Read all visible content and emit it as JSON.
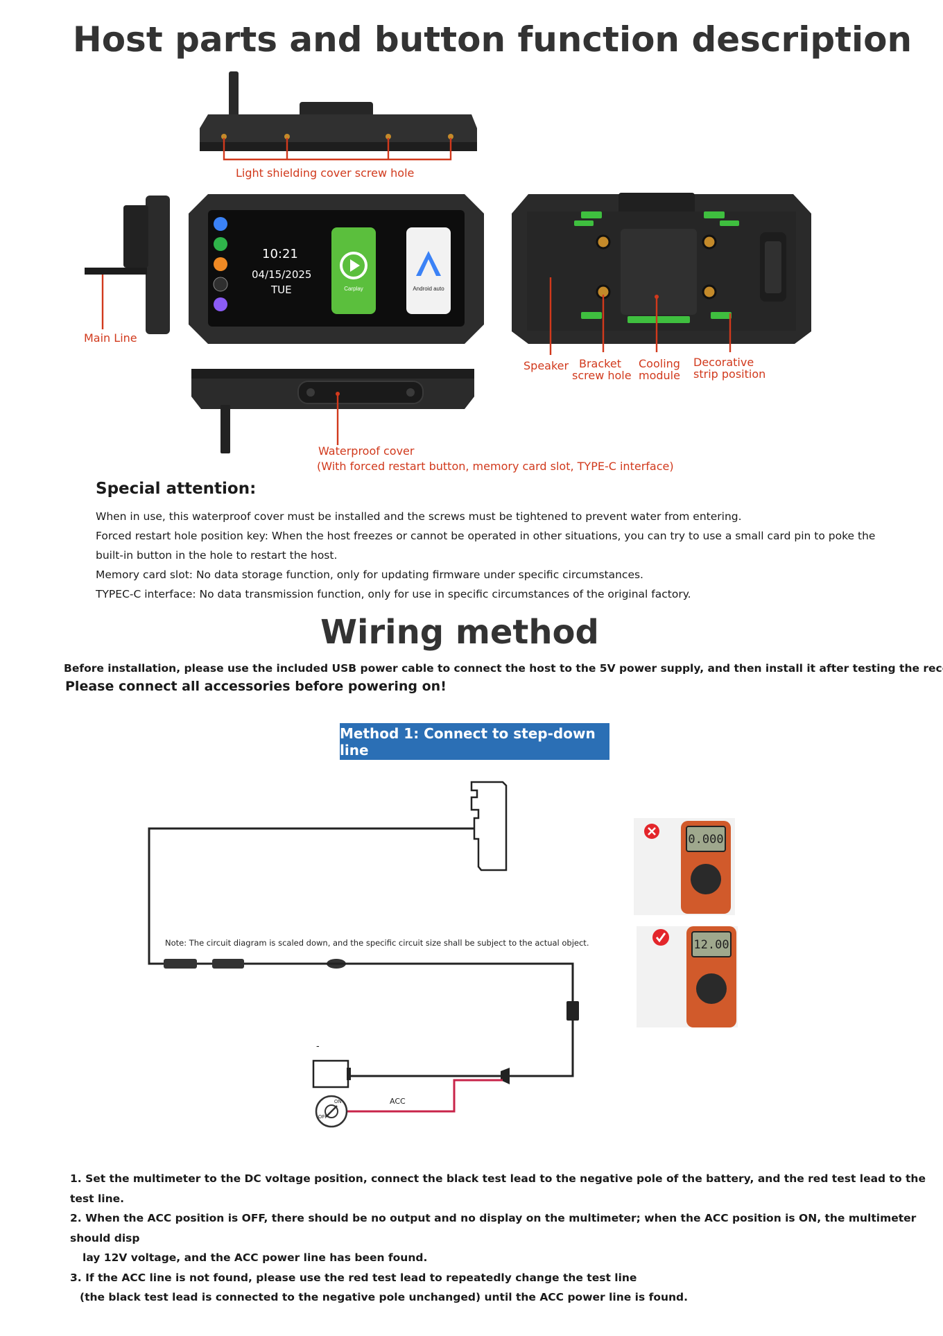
{
  "host_section": {
    "title": "Host parts and button function description",
    "callouts": {
      "light_shielding": "Light shielding cover screw hole",
      "main_line": "Main Line",
      "speaker": "Speaker",
      "bracket_1": "Bracket",
      "bracket_2": "screw hole",
      "cooling_1": "Cooling",
      "cooling_2": "module",
      "decorative_1": "Decorative",
      "decorative_2": "strip position",
      "waterproof_1": "Waterproof cover",
      "waterproof_2": "(With forced restart button, memory card slot, TYPE-C interface)"
    },
    "screen": {
      "time": "10:21",
      "date": "04/15/2025",
      "day": "TUE",
      "carplay_label": "Carplay",
      "android_label": "Android auto"
    }
  },
  "attention": {
    "heading": "Special attention:",
    "lines": [
      "When in use, this waterproof cover must be installed and the screws must be tightened to prevent water from entering.",
      "Forced restart hole position key: When the host freezes or cannot be operated in other situations, you can try to use a small card pin to poke the",
      "built-in button in the hole to restart the host.",
      "Memory card slot: No data storage function, only for updating firmware under specific circumstances.",
      "TYPEC-C interface: No data transmission function, only for use in specific circumstances of the original factory."
    ]
  },
  "wiring": {
    "title": "Wiring method",
    "intro_1": "Before installation, please use the included USB power cable to connect the host to the 5V power supply, and then install it after testing the recorder.",
    "intro_2": "Please connect all accessories before powering on!",
    "method_label": "Method 1: Connect to step-down line",
    "diagram_note": "Note: The circuit diagram is scaled down, and the specific circuit size shall be subject to the actual object.",
    "acc_label": "ACC",
    "minus_label": "-",
    "switch_on": "ON",
    "switch_off": "OFF",
    "meter_wrong_reading": "0.000",
    "meter_right_reading": "12.00",
    "steps": [
      "1. Set the multimeter to the DC voltage position, connect the black test lead to the negative pole of the battery, and the red test lead to the test line.",
      "2. When the ACC position is OFF, there should be no output and no display on the multimeter; when the ACC position is ON, the multimeter should disp",
      "lay 12V voltage, and the ACC power line has been found.",
      "3. If the ACC line is not found, please use the red test lead to repeatedly change the test line",
      "(the black test lead is connected to the negative pole unchanged) until the ACC power line is found."
    ]
  },
  "colors": {
    "callout_red": "#d1391c",
    "method_blue": "#2b6fb5",
    "accent_green": "#3fbf3f",
    "acc_wire": "#c8244a"
  }
}
